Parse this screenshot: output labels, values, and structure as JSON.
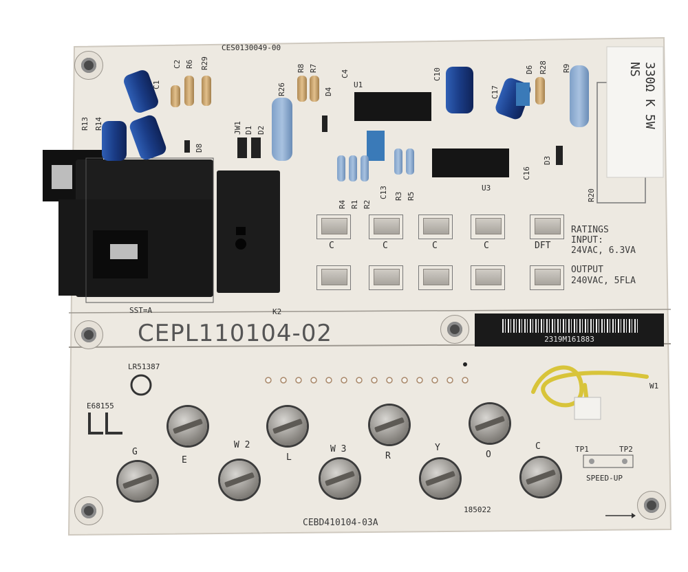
{
  "board": {
    "top_part_number": "CES0130049-00",
    "main_part_number": "CEPL110104-02",
    "bottom_part_number": "CEBD410104-03A",
    "serial_number": "2319M161883",
    "lot_code": "185022",
    "relay_label": "SST=A",
    "relay2_label": "K2",
    "ul_code": "E68155",
    "csa_code": "LR51387"
  },
  "resistor_label": "330Ω K 5W\nNS",
  "ratings": {
    "title": "RATINGS",
    "input_label": "INPUT:",
    "input_value": "24VAC, 6.3VA",
    "output_label": "OUTPUT",
    "output_value": "240VAC, 5FLA"
  },
  "connectors_top": [
    "C",
    "C",
    "C",
    "C",
    "DFT"
  ],
  "terminals_upper": [
    "E",
    "L",
    "R",
    "O"
  ],
  "terminals_lower": [
    "G",
    "W2",
    "W3",
    "Y",
    "C"
  ],
  "w2_label": "W 2",
  "w3_label": "W 3",
  "testpoints": {
    "tp1": "TP1",
    "tp2": "TP2",
    "speed_up": "SPEED-UP"
  },
  "component_labels": {
    "c1": "C1",
    "c2": "C2",
    "r6": "R6",
    "r29": "R29",
    "r13": "R13",
    "r14": "R14",
    "d8": "D8",
    "jw1": "JW1",
    "d1": "D1",
    "d2": "D2",
    "r26": "R26",
    "r8": "R8",
    "r7": "R7",
    "d4": "D4",
    "c4": "C4",
    "u1": "U1",
    "c10": "C10",
    "c17": "C17",
    "d6": "D6",
    "r28": "R28",
    "r9": "R9",
    "r4": "R4",
    "r1": "R1",
    "r2": "R2",
    "c13": "C13",
    "r3": "R3",
    "r5": "R5",
    "u3": "U3",
    "c16": "C16",
    "d3": "D3",
    "r20": "R20",
    "w1": "W1"
  },
  "colors": {
    "board": "#ede9e1",
    "relay": "#1d1d1d",
    "capacitor": "#1f3f86",
    "trace": "#b8b3aa",
    "barcode_bg": "#1a1a1a"
  }
}
